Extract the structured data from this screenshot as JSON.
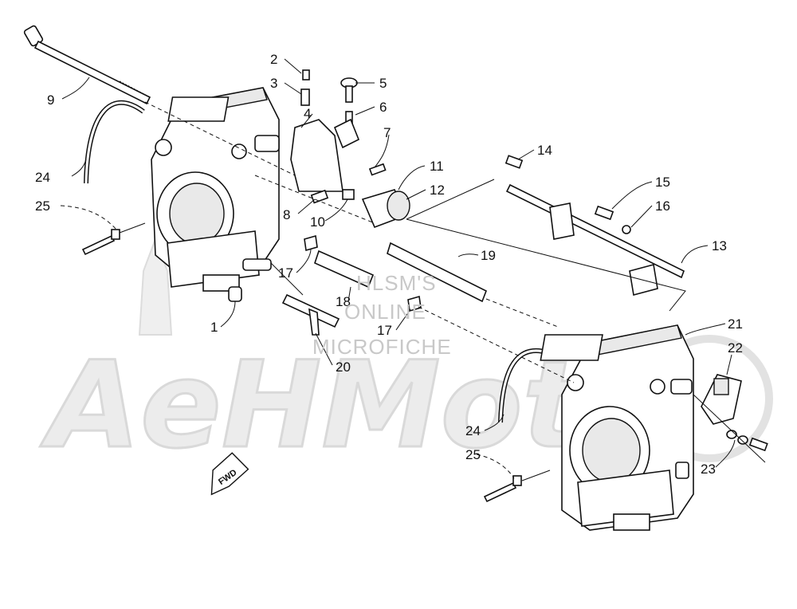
{
  "watermark": {
    "lines": [
      "HLSM'S",
      "ONLINE",
      "MICROFICHE"
    ],
    "logo_text": "AeHMoto"
  },
  "arrow_badge": "FWD",
  "callouts": [
    {
      "id": "c2",
      "text": "2"
    },
    {
      "id": "c3",
      "text": "3"
    },
    {
      "id": "c4",
      "text": "4"
    },
    {
      "id": "c5",
      "text": "5"
    },
    {
      "id": "c6",
      "text": "6"
    },
    {
      "id": "c7",
      "text": "7"
    },
    {
      "id": "c9",
      "text": "9"
    },
    {
      "id": "c24a",
      "text": "24"
    },
    {
      "id": "c25a",
      "text": "25"
    },
    {
      "id": "c8",
      "text": "8"
    },
    {
      "id": "c10",
      "text": "10"
    },
    {
      "id": "c11",
      "text": "11"
    },
    {
      "id": "c12",
      "text": "12"
    },
    {
      "id": "c14",
      "text": "14"
    },
    {
      "id": "c15",
      "text": "15"
    },
    {
      "id": "c16",
      "text": "16"
    },
    {
      "id": "c13",
      "text": "13"
    },
    {
      "id": "c19",
      "text": "19"
    },
    {
      "id": "c17a",
      "text": "17"
    },
    {
      "id": "c18",
      "text": "18"
    },
    {
      "id": "c17b",
      "text": "17"
    },
    {
      "id": "c1",
      "text": "1"
    },
    {
      "id": "c20",
      "text": "20"
    },
    {
      "id": "c21",
      "text": "21"
    },
    {
      "id": "c22",
      "text": "22"
    },
    {
      "id": "c24b",
      "text": "24"
    },
    {
      "id": "c25b",
      "text": "25"
    },
    {
      "id": "c23",
      "text": "23"
    }
  ]
}
